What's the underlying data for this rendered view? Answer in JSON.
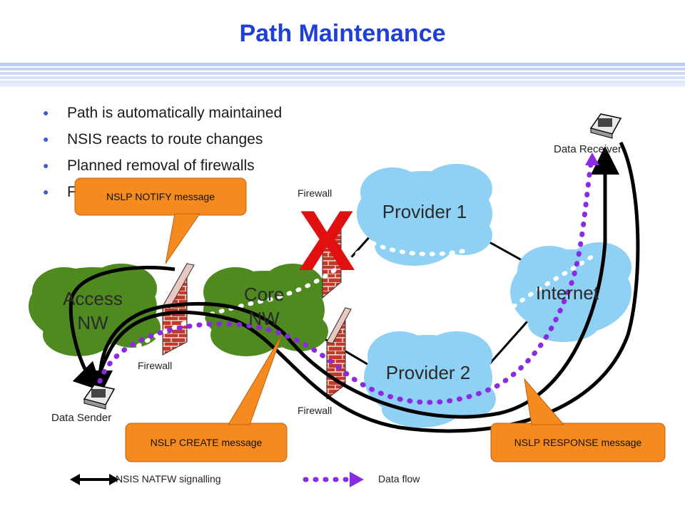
{
  "title": "Path Maintenance",
  "bullets": [
    "Path is automatically maintained",
    "NSIS reacts to route changes",
    "Planned removal of firewalls",
    "F"
  ],
  "clouds": {
    "access": "Access\nNW",
    "core": "Core\nNW",
    "provider1": "Provider 1",
    "provider2": "Provider 2",
    "internet": "Internet"
  },
  "labels": {
    "firewall_top": "Firewall",
    "firewall_left": "Firewall",
    "firewall_bottom": "Firewall",
    "data_sender": "Data Sender",
    "data_receiver": "Data Receiver",
    "removed_mark": "X"
  },
  "callouts": {
    "notify": "NSLP NOTIFY message",
    "create": "NSLP CREATE message",
    "response": "NSLP RESPONSE message"
  },
  "legend": {
    "signalling": "NSIS NATFW signalling",
    "data_flow": "Data flow"
  },
  "colors": {
    "title": "#1f3fd6",
    "green_cloud": "#4e8a1f",
    "blue_cloud": "#8fd0f5",
    "callout": "#f58a1f",
    "data_flow": "#8a2be2",
    "removed_mark": "#e01010"
  }
}
